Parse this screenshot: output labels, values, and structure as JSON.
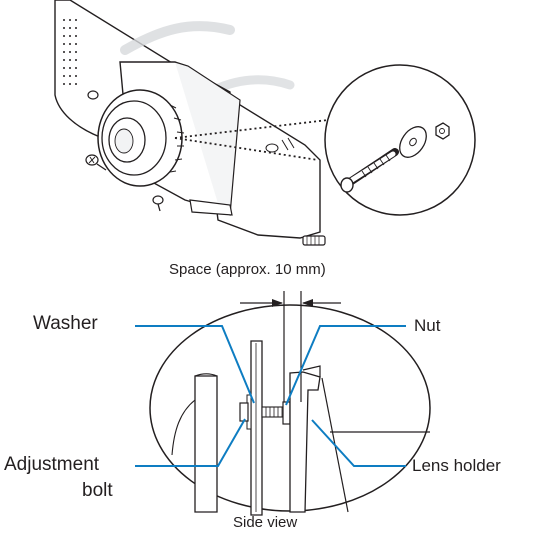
{
  "figure": {
    "caption_space": "Space (approx. 10 mm)",
    "caption_side_view": "Side view"
  },
  "labels": {
    "washer": "Washer",
    "nut": "Nut",
    "adjustment_bolt_line1": "Adjustment",
    "adjustment_bolt_line2": "bolt",
    "lens_holder": "Lens holder"
  },
  "colors": {
    "leader_line": "#0e7dc2",
    "outline": "#231f20",
    "fill_light": "#ffffff",
    "shadow": "#d7d9dc"
  }
}
